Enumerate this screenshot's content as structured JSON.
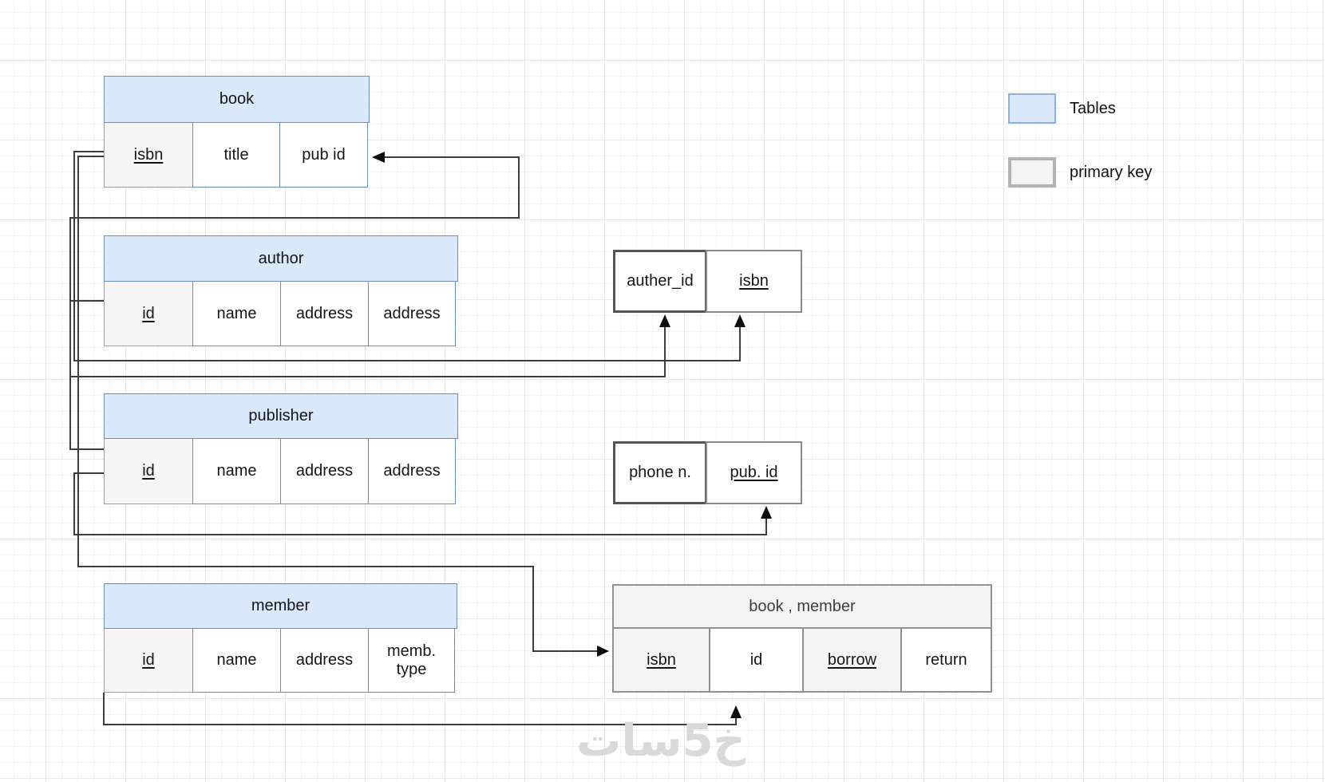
{
  "legend": {
    "tables_label": "Tables",
    "primary_key_label": "primary key"
  },
  "watermark": {
    "text": "خ5سات"
  },
  "colors": {
    "table_header_fill": "#dae8fc",
    "table_border": "#6c8ebf",
    "primary_key_fill": "#f5f5f5",
    "primary_key_border": "#9e9e9e",
    "junction_border": "#606060",
    "junction_header_fill": "#f3f3f3",
    "connector": "#3d3d3d"
  },
  "tables": {
    "book": {
      "title": "book",
      "fields": [
        {
          "label": "isbn"
        },
        {
          "label": "title"
        },
        {
          "label": "pub id"
        }
      ]
    },
    "author": {
      "title": "author",
      "fields": [
        {
          "label": "id"
        },
        {
          "label": "name"
        },
        {
          "label": "address"
        },
        {
          "label": "address"
        }
      ]
    },
    "publisher": {
      "title": "publisher",
      "fields": [
        {
          "label": "id"
        },
        {
          "label": "name"
        },
        {
          "label": "address"
        },
        {
          "label": "address"
        }
      ]
    },
    "member": {
      "title": "member",
      "fields": [
        {
          "label": "id"
        },
        {
          "label": "name"
        },
        {
          "label": "address"
        },
        {
          "label": "memb. type"
        }
      ]
    },
    "author_book_junction": {
      "fields": [
        {
          "label": "auther_id"
        },
        {
          "label": "isbn"
        }
      ]
    },
    "publisher_phone_junction": {
      "fields": [
        {
          "label": "phone n."
        },
        {
          "label": "pub. id"
        }
      ]
    },
    "book_member_junction": {
      "title": "book , member",
      "fields": [
        {
          "label": "isbn"
        },
        {
          "label": "id"
        },
        {
          "label": "borrow"
        },
        {
          "label": "return"
        }
      ]
    }
  }
}
